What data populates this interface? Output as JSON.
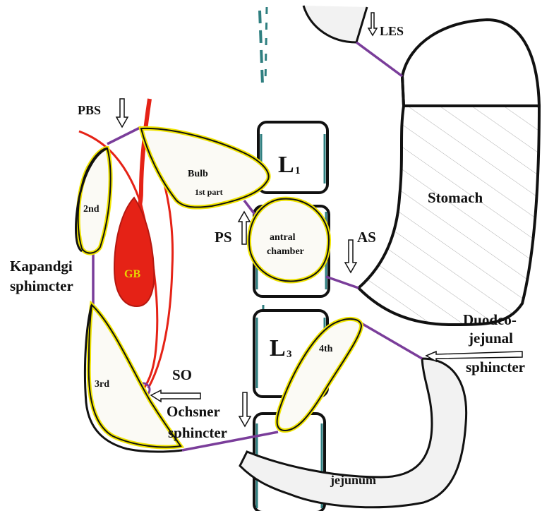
{
  "labels": {
    "les": "LES",
    "pbs": "PBS",
    "bulb": "Bulb",
    "first_part": "1st part",
    "l1_letter": "L",
    "l1_sub": "1",
    "stomach": "Stomach",
    "second": "2nd",
    "ps": "PS",
    "antral_line1": "antral",
    "antral_line2": "chamber",
    "as": "AS",
    "kapandgi_line1": "Kapandgi",
    "kapandgi_line2": "sphimcter",
    "gb": "GB",
    "duodeo_line1": "Duodeo-",
    "duodeo_line2": "jejunal",
    "duodeo_line3": "sphincter",
    "l3_letter": "L",
    "l3_sub": "3",
    "fourth": "4th",
    "so": "SO",
    "third": "3rd",
    "ochsner_line1": "Ochsner",
    "ochsner_line2": "sphincter",
    "jejunum": "jejunum"
  },
  "colors": {
    "segment_outline": "#f0e400",
    "gallbladder": "#e52216",
    "sphincter_line": "#7a3d9a",
    "vertebra_accent": "#2f7f80",
    "segment_fill": "#fbfaf5",
    "organ_fill": "#f2f2f2"
  }
}
